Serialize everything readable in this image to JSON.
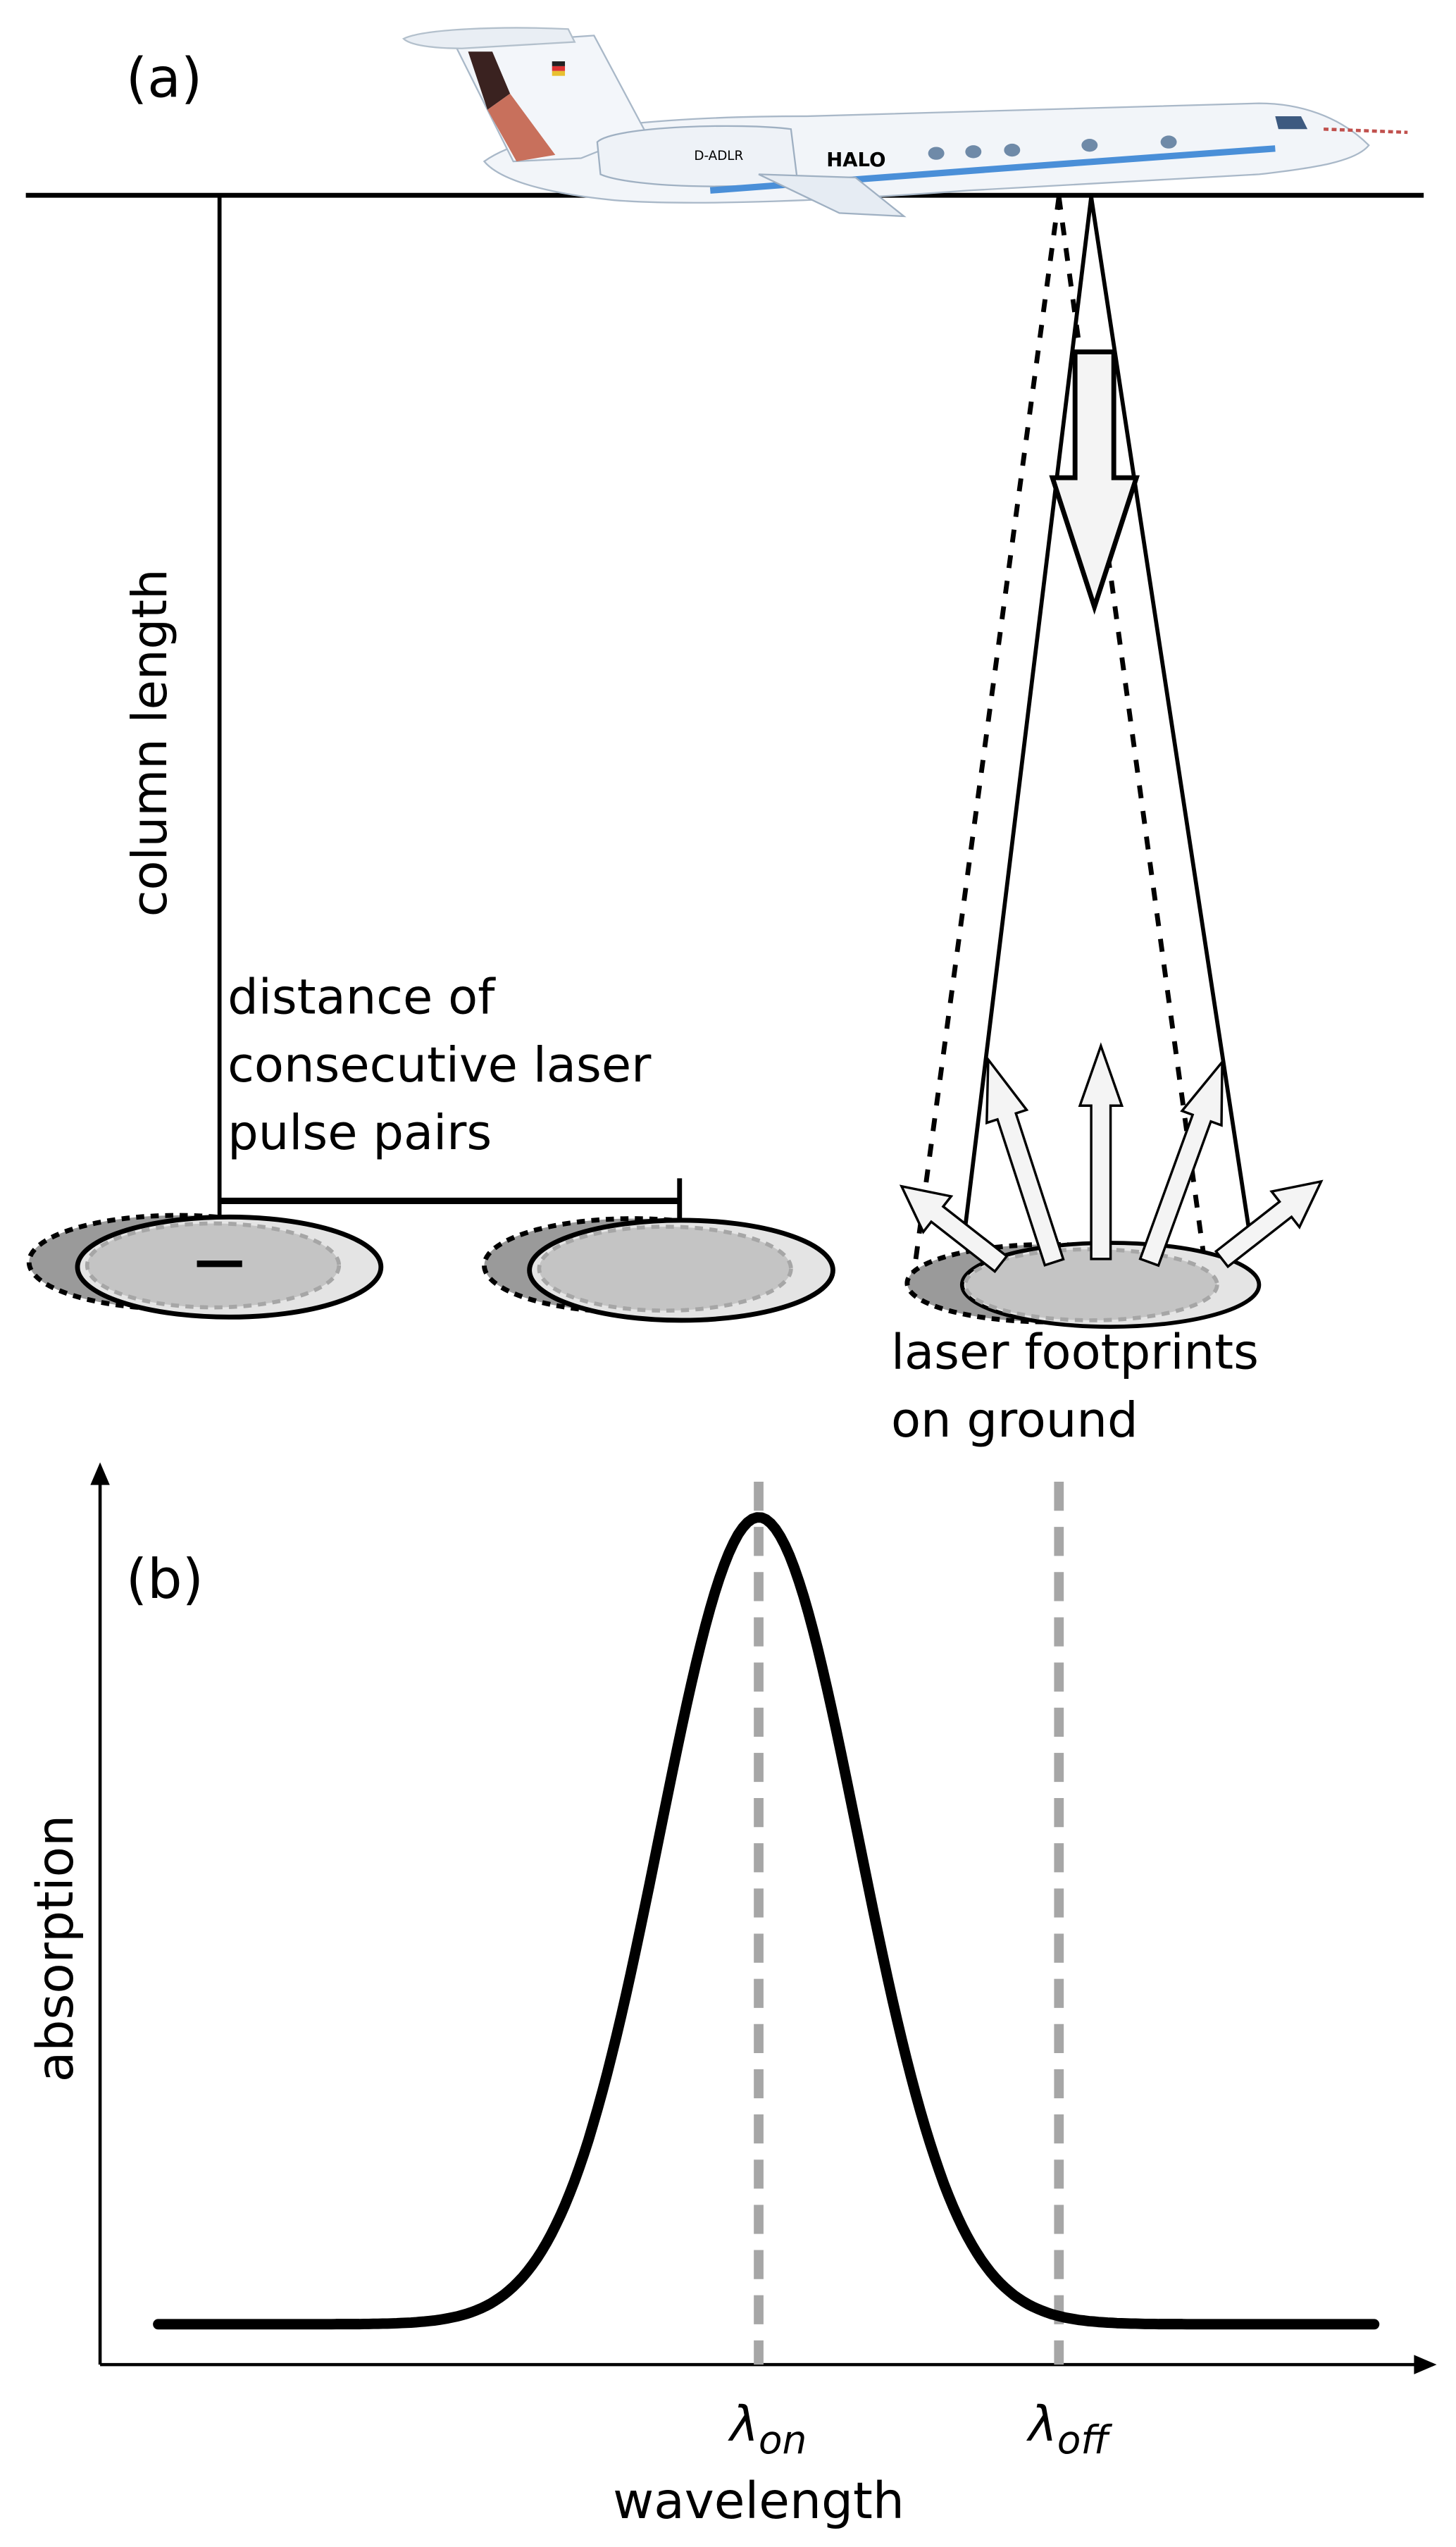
{
  "panel_a": {
    "label": "(a)",
    "aircraft": {
      "registration": "D-ADLR",
      "name": "HALO"
    },
    "column_length_label": "column length",
    "distance_label_lines": [
      "distance of",
      "consecutive laser",
      "pulse pairs"
    ],
    "footprints_label_lines": [
      "laser footprints",
      "on ground"
    ]
  },
  "panel_b": {
    "label": "(b)"
  },
  "chart_data": {
    "type": "line",
    "title": "",
    "xlabel": "wavelength",
    "ylabel": "absorption",
    "x_tick_labels": [
      {
        "main": "λ",
        "sub": "on",
        "x": 0.0
      },
      {
        "main": "λ",
        "sub": "off",
        "x": 1.0
      }
    ],
    "series": [
      {
        "name": "absorption line",
        "shape": "gaussian",
        "center": 0.0,
        "sigma": 0.33,
        "baseline": 0.0,
        "peak": 1.0,
        "x_range": [
          -2.0,
          2.05
        ]
      }
    ],
    "markers": [
      {
        "name": "lambda_on",
        "x": 0.0,
        "style": "dashed",
        "color": "#a6a6a6"
      },
      {
        "name": "lambda_off",
        "x": 1.0,
        "style": "dashed",
        "color": "#a6a6a6"
      }
    ],
    "xlim": [
      -2.2,
      2.25
    ],
    "ylim": [
      -0.05,
      1.2
    ],
    "grid": false,
    "legend": "none"
  },
  "colors": {
    "line": "#000000",
    "marker": "#a6a6a6",
    "footprint_fill": "#c4c4c4",
    "footprint_shadow": "#9a9a9a",
    "footprint_light": "#e4e4e4",
    "arrow_fill": "#f4f4f4",
    "tail_red": "#c8705c",
    "tail_dark": "#3a2220",
    "fuselage_blue": "#4a8fd8"
  }
}
